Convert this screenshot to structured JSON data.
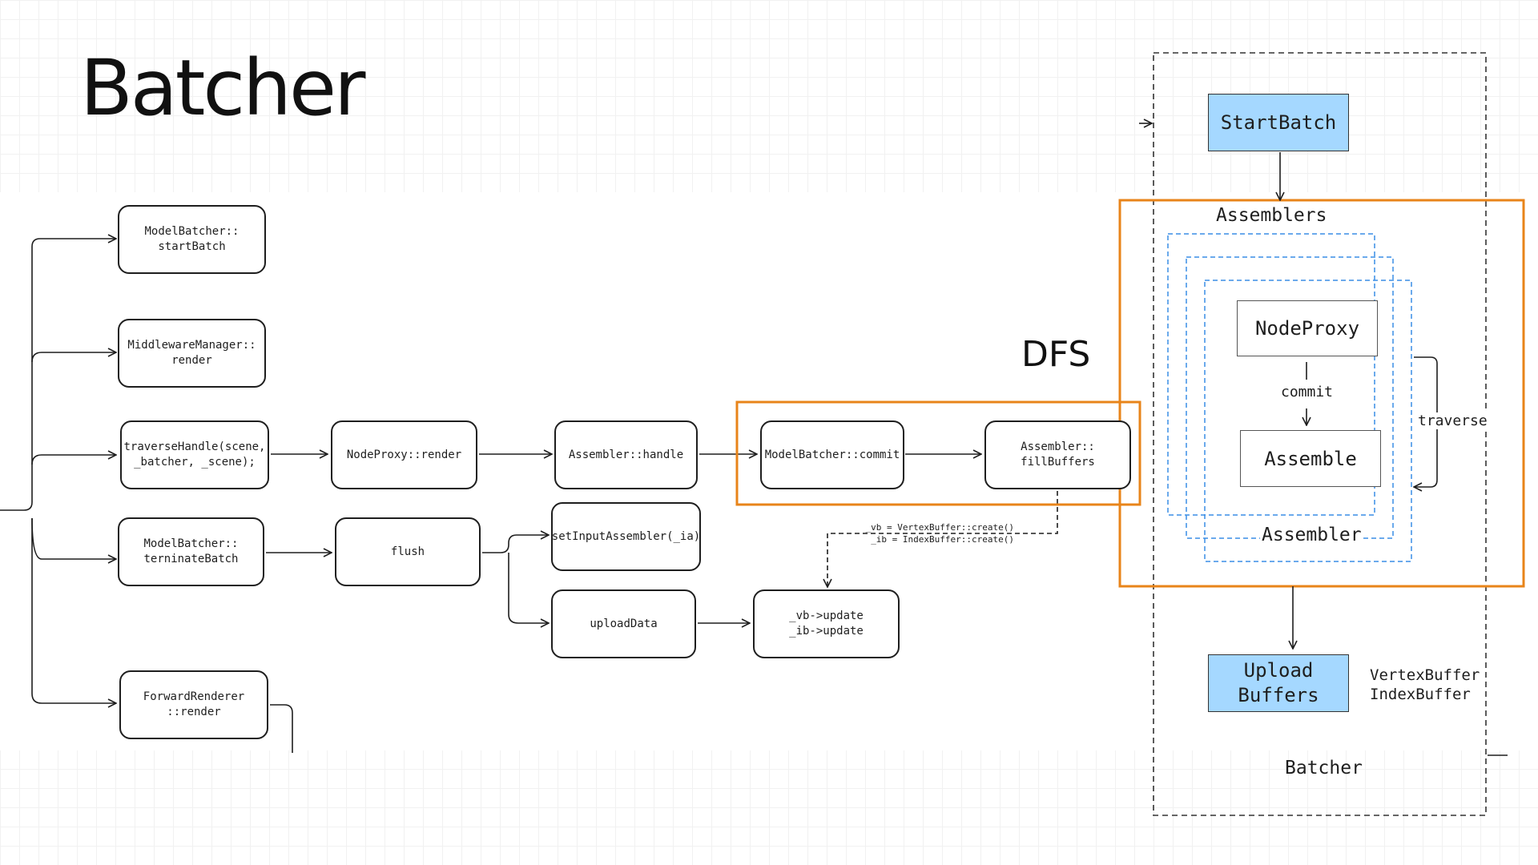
{
  "title": "Batcher",
  "dfs_label": "DFS",
  "flow": {
    "start_batch": "ModelBatcher::\nstartBatch",
    "middleware_render": "MiddlewareManager::\nrender",
    "traverse_handle": "traverseHandle(scene,\n_batcher, _scene);",
    "terminate_batch": "ModelBatcher::\nterninateBatch",
    "forward_render": "ForwardRenderer\n::render",
    "nodeproxy_render": "NodeProxy::render",
    "flush": "flush",
    "assembler_handle": "Assembler::handle",
    "set_input_assembler": "setInputAssembler(_ia)",
    "upload_data": "uploadData",
    "model_batcher_commit": "ModelBatcher::commit",
    "assembler_fill_buffers": "Assembler::\nfillBuffers",
    "buffers_update": "_vb->update\n_ib->update",
    "create_note": "_vb = VertexBuffer::create()\n_ib = IndexBuffer::create()"
  },
  "panel": {
    "start_batch": "StartBatch",
    "assemblers_label": "Assemblers",
    "node_proxy": "NodeProxy",
    "commit_label": "commit",
    "assemble": "Assemble",
    "traverse_label": "traverse",
    "assembler_label": "Assembler",
    "upload_buffers": "Upload\nBuffers",
    "buffers_note": "VertexBuffer\nIndexBuffer",
    "batcher_label": "Batcher"
  },
  "colors": {
    "orange": "#e8841a",
    "blue_dash": "#3a8ee6",
    "blue_fill": "#a5d8ff",
    "stroke": "#1e1e1e"
  }
}
